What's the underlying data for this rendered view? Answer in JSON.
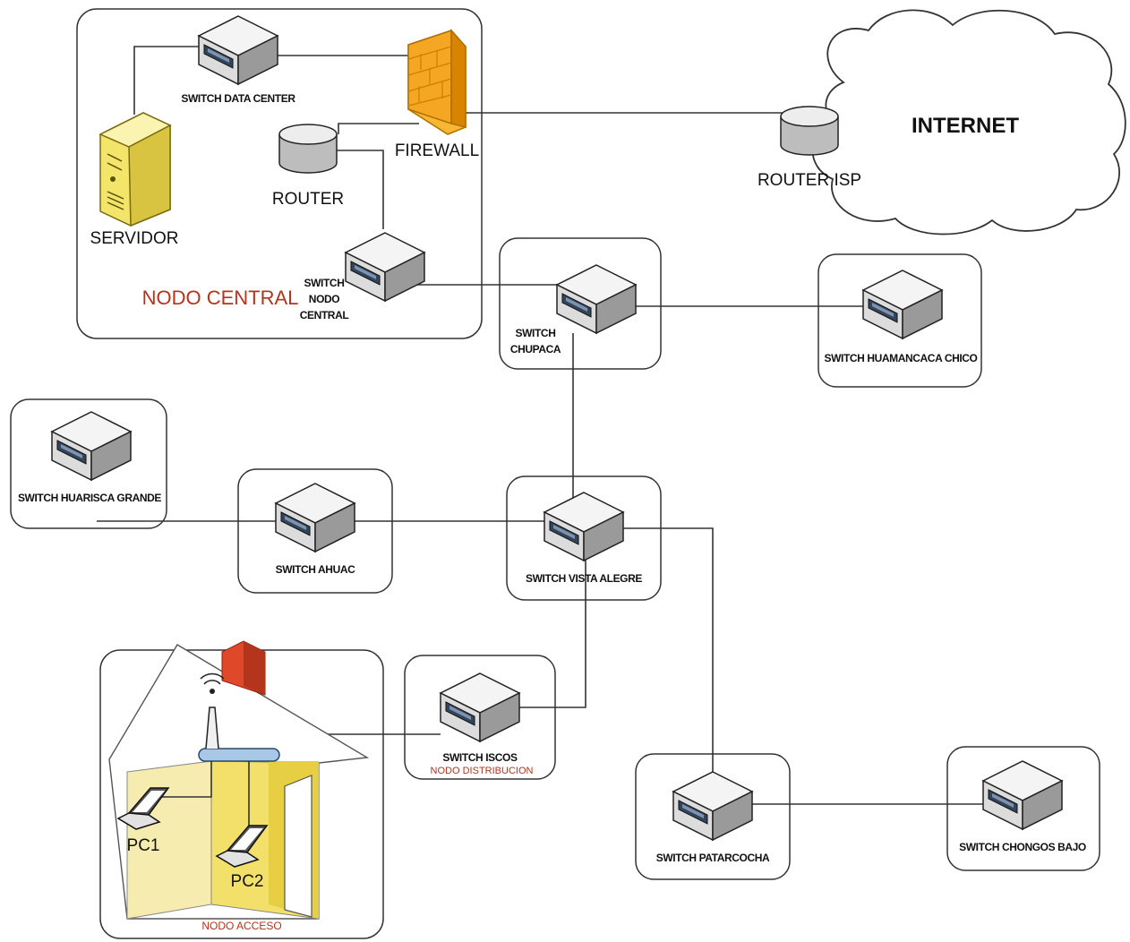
{
  "colors": {
    "firewall": "#f5a623",
    "server": "#f3e46a",
    "house_wall": "#f2e06a",
    "chimney": "#d63a1e",
    "router_body": "#c9c9c9",
    "switch_face": "#e6e6e6",
    "label_red": "#b5341c"
  },
  "nodo_central": {
    "label": "NODO CENTRAL",
    "switch_data_center": "SWITCH DATA CENTER",
    "firewall": "FIREWALL",
    "router": "ROUTER",
    "servidor": "SERVIDOR",
    "switch_nodo_central": [
      "SWITCH",
      "NODO",
      "CENTRAL"
    ]
  },
  "internet": {
    "label": "INTERNET",
    "router_isp": "ROUTER ISP"
  },
  "switches": {
    "chupaca": [
      "SWITCH",
      "CHUPACA"
    ],
    "huamancaca_chico": "SWITCH HUAMANCACA CHICO",
    "huarisca_grande": "SWITCH HUARISCA GRANDE",
    "ahuac": "SWITCH AHUAC",
    "vista_alegre": "SWITCH VISTA ALEGRE",
    "iscos": "SWITCH ISCOS",
    "iscos_sub": "NODO DISTRIBUCION",
    "patarcocha": "SWITCH PATARCOCHA",
    "chongos_bajo": "SWITCH CHONGOS BAJO"
  },
  "nodo_acceso": {
    "label": "NODO ACCESO",
    "pc1": "PC1",
    "pc2": "PC2"
  }
}
